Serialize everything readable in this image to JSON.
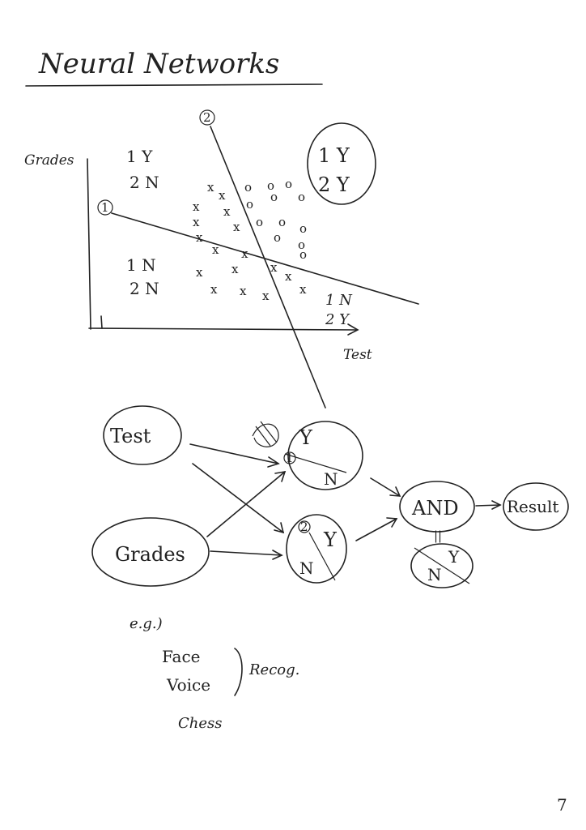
{
  "title": "Neural Networks",
  "plot": {
    "y_axis_label": "Grades",
    "x_axis_label": "Test",
    "line1_marker": "1",
    "line2_marker": "2",
    "quadrants": {
      "top_left": [
        "1 Y",
        "2 N"
      ],
      "top_right": [
        "1 Y",
        "2 Y"
      ],
      "bottom_left": [
        "1 N",
        "2 N"
      ],
      "bottom_right": [
        "1 N",
        "2 Y"
      ]
    },
    "cross_symbol": "x",
    "circle_symbol": "o"
  },
  "network": {
    "inputs": [
      "Test",
      "Grades"
    ],
    "neuron1": {
      "marker": "1",
      "top": "Y",
      "bottom": "N"
    },
    "neuron2": {
      "marker": "2",
      "top": "Y",
      "bottom": "N"
    },
    "and_node": "AND",
    "equals": "||",
    "and_out": {
      "top": "Y",
      "bottom": "N"
    },
    "result": "Result"
  },
  "examples": {
    "intro": "e.g.)",
    "items": [
      "Face",
      "Voice"
    ],
    "group_label": "Recog.",
    "extra": "Chess"
  },
  "page_number": "7"
}
